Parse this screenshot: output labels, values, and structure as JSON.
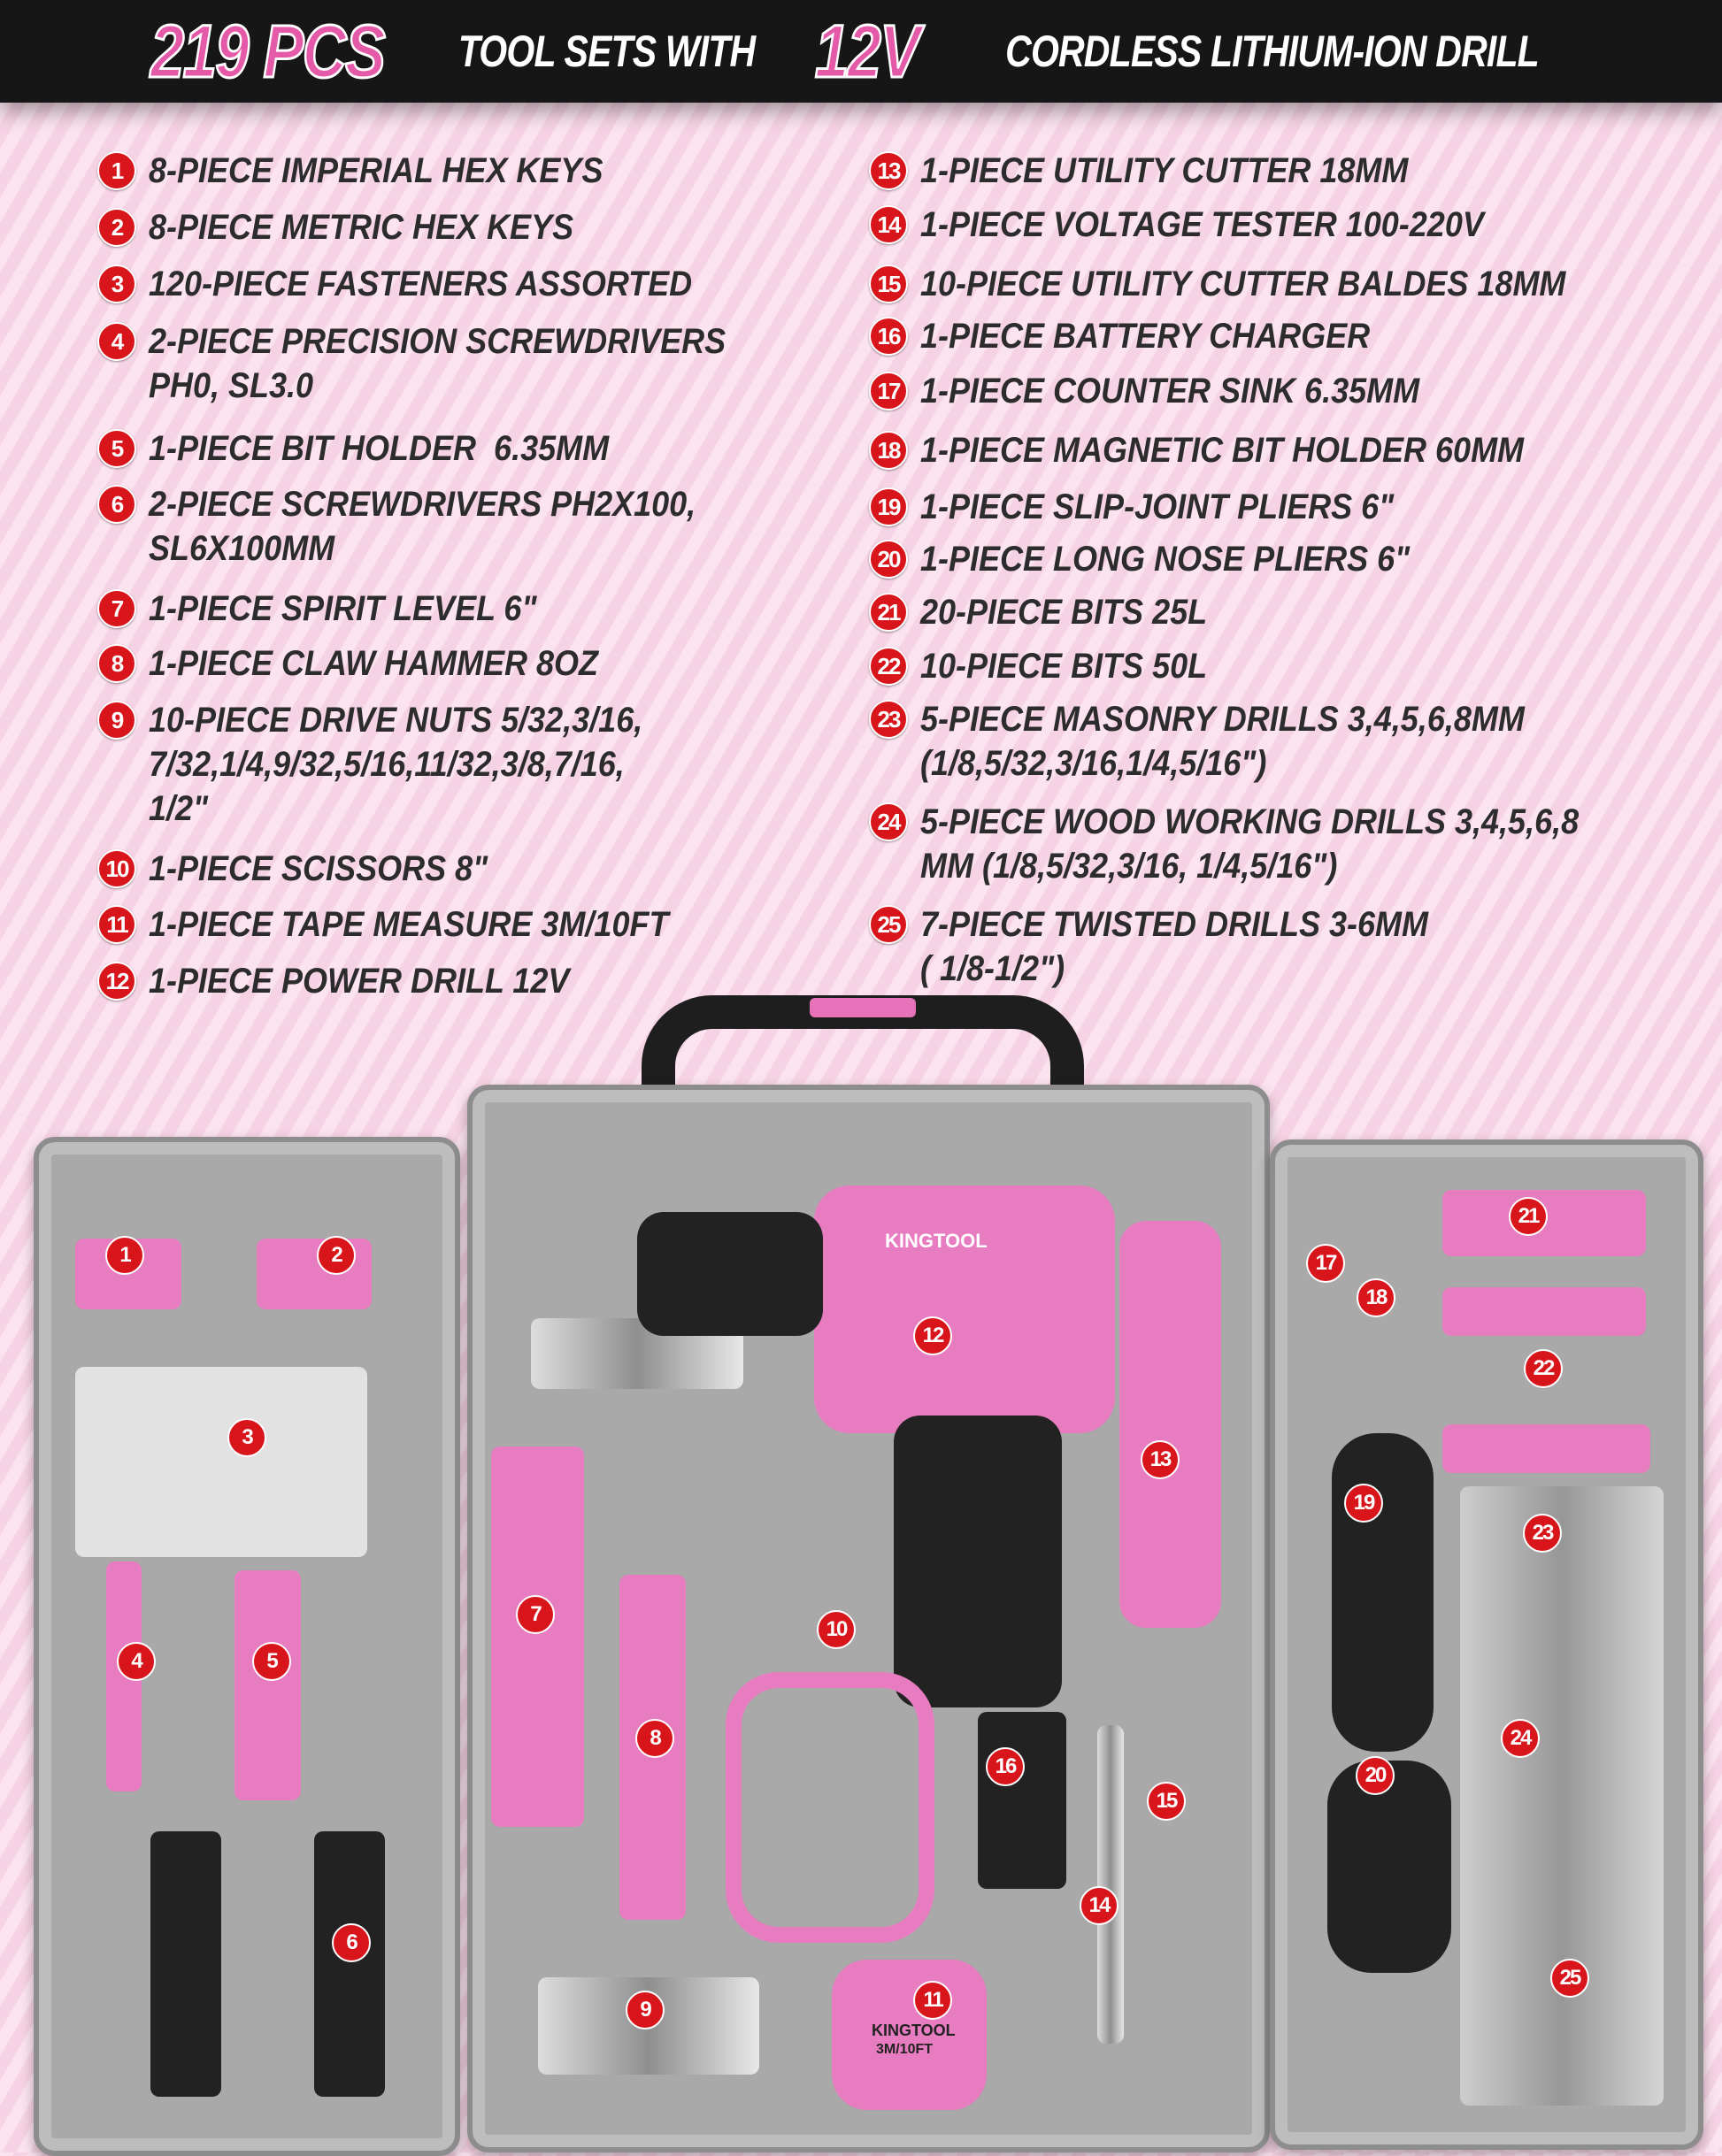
{
  "header": {
    "pcs": "219 PCS",
    "mid": "TOOL SETS WITH",
    "volt": "12V",
    "rest": "CORDLESS LITHIUM-ION DRILL"
  },
  "colors": {
    "accent": "#e45aa8",
    "badge": "#d9151c",
    "header_bg": "#161616",
    "text": "#2c2c2c"
  },
  "items": [
    {
      "num": "1",
      "text": "8-PIECE IMPERIAL HEX KEYS"
    },
    {
      "num": "2",
      "text": "8-PIECE METRIC HEX KEYS"
    },
    {
      "num": "3",
      "text": "120-PIECE FASTENERS ASSORTED"
    },
    {
      "num": "4",
      "text": "2-PIECE PRECISION SCREWDRIVERS\nPH0, SL3.0"
    },
    {
      "num": "5",
      "text": "1-PIECE BIT HOLDER  6.35MM"
    },
    {
      "num": "6",
      "text": "2-PIECE SCREWDRIVERS PH2X100,\nSL6X100MM"
    },
    {
      "num": "7",
      "text": "1-PIECE SPIRIT LEVEL 6\""
    },
    {
      "num": "8",
      "text": "1-PIECE CLAW HAMMER 8OZ"
    },
    {
      "num": "9",
      "text": "10-PIECE DRIVE NUTS 5/32,3/16,\n7/32,1/4,9/32,5/16,11/32,3/8,7/16,\n1/2\""
    },
    {
      "num": "10",
      "text": "1-PIECE SCISSORS 8\""
    },
    {
      "num": "11",
      "text": "1-PIECE TAPE MEASURE 3M/10FT"
    },
    {
      "num": "12",
      "text": "1-PIECE POWER DRILL 12V"
    },
    {
      "num": "13",
      "text": "1-PIECE UTILITY CUTTER 18MM"
    },
    {
      "num": "14",
      "text": "1-PIECE VOLTAGE TESTER 100-220V"
    },
    {
      "num": "15",
      "text": "10-PIECE UTILITY CUTTER BALDES 18MM"
    },
    {
      "num": "16",
      "text": "1-PIECE BATTERY CHARGER"
    },
    {
      "num": "17",
      "text": "1-PIECE COUNTER SINK 6.35MM"
    },
    {
      "num": "18",
      "text": "1-PIECE MAGNETIC BIT HOLDER 60MM"
    },
    {
      "num": "19",
      "text": "1-PIECE SLIP-JOINT PLIERS 6\""
    },
    {
      "num": "20",
      "text": "1-PIECE LONG NOSE PLIERS 6\""
    },
    {
      "num": "21",
      "text": "20-PIECE BITS 25L"
    },
    {
      "num": "22",
      "text": "10-PIECE BITS 50L"
    },
    {
      "num": "23",
      "text": "5-PIECE MASONRY DRILLS 3,4,5,6,8MM\n(1/8,5/32,3/16,1/4,5/16\")"
    },
    {
      "num": "24",
      "text": "5-PIECE WOOD WORKING DRILLS 3,4,5,6,8\nMM (1/8,5/32,3/16, 1/4,5/16\")"
    },
    {
      "num": "25",
      "text": "7-PIECE TWISTED DRILLS 3-6MM\n( 1/8-1/2\")"
    }
  ],
  "photo": {
    "brand_drill": "KINGTOOL",
    "brand_tape": "KINGTOOL",
    "tape_size": "3M/10FT",
    "labels": [
      "1",
      "2",
      "3",
      "4",
      "5",
      "6",
      "7",
      "8",
      "9",
      "10",
      "11",
      "12",
      "13",
      "14",
      "15",
      "16",
      "17",
      "18",
      "19",
      "20",
      "21",
      "22",
      "23",
      "24",
      "25"
    ]
  }
}
